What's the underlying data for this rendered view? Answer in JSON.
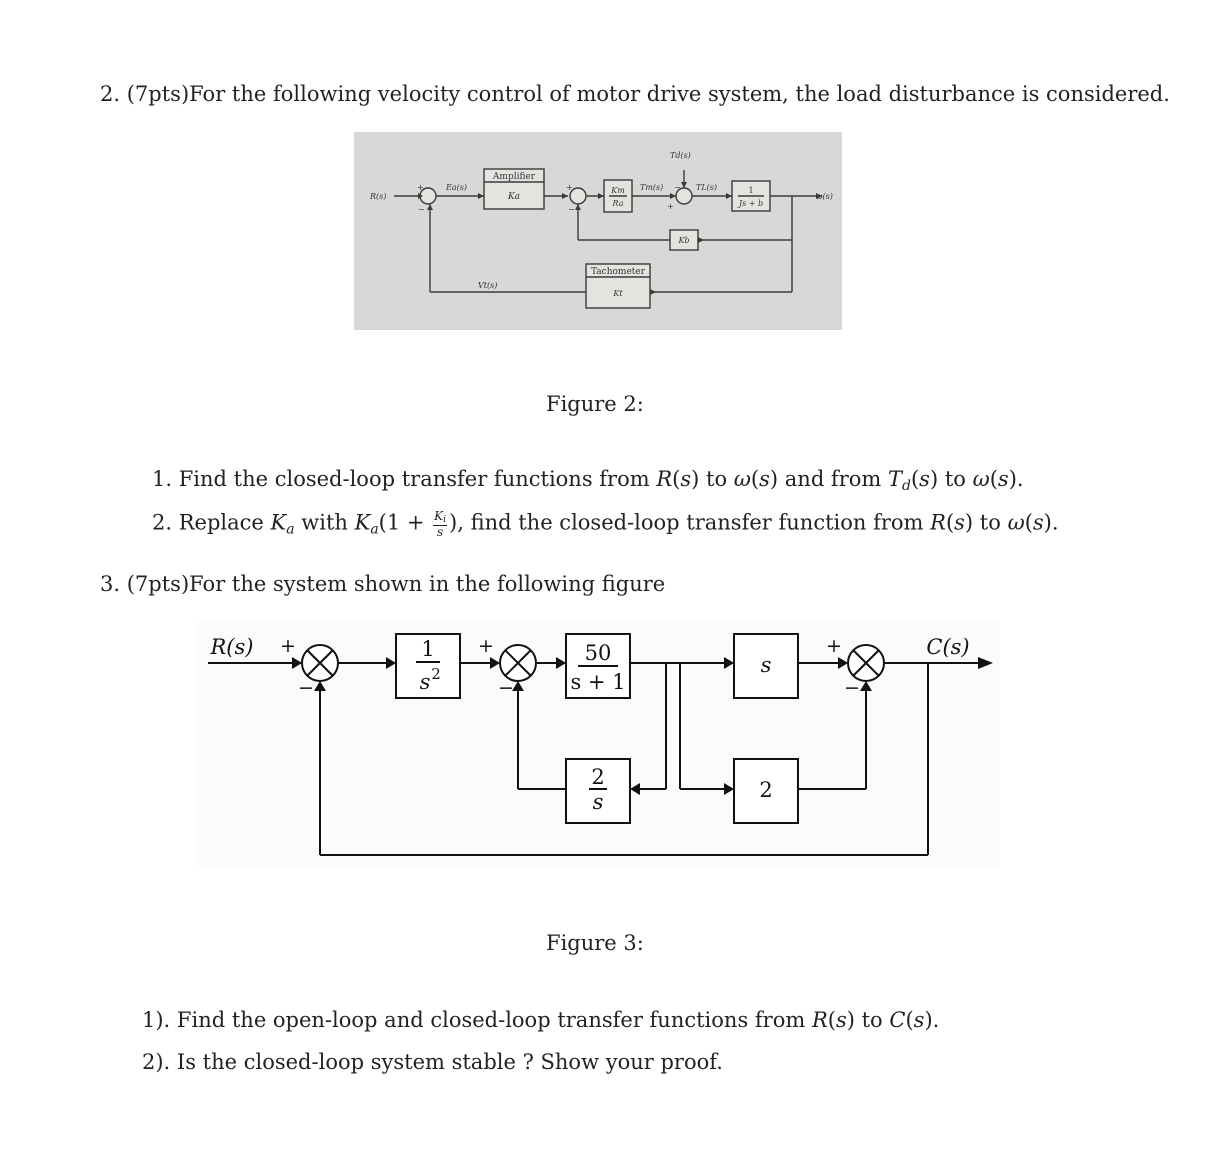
{
  "q2": {
    "number": "2.",
    "text": "(7pts)For the following velocity control of motor drive system, the load disturbance is considered."
  },
  "figure2": {
    "caption": "Figure 2:",
    "signals": {
      "r": "R(s)",
      "ea": "Ea(s)",
      "tm": "Tm(s)",
      "td": "Td(s)",
      "tl": "TL(s)",
      "w": "ω(s)",
      "vt": "Vt(s)"
    },
    "blocks": {
      "amplifier_label": "Amplifier",
      "amplifier_gain": "Ka",
      "motor_num": "Km",
      "motor_den": "Ra",
      "load_num": "1",
      "load_den": "Js + b",
      "backemf": "Kb",
      "tachometer_label": "Tachometer",
      "tachometer_gain": "Kt"
    }
  },
  "q2_items": [
    {
      "num": "1.",
      "a": "Find the closed-loop transfer functions from ",
      "b": " to ",
      "c": " and from ",
      "d": " to ",
      "e": "."
    },
    {
      "num": "2.",
      "a": "Replace ",
      "b": " with ",
      "c": ", find the closed-loop transfer function from ",
      "d": " to ",
      "e": "."
    }
  ],
  "math": {
    "R": "R",
    "T": "T",
    "d": "d",
    "K": "K",
    "a": "a",
    "i": "i",
    "s": "s",
    "w": "ω",
    "C": "C",
    "one_plus": "(1 + ",
    "close": ")",
    "paren_s": "(s)",
    "arg_s": "s"
  },
  "q3": {
    "number": "3.",
    "text": "(7pts)For the system shown in the following figure"
  },
  "figure3": {
    "caption": "Figure 3:",
    "input": "R(s)",
    "output": "C(s)",
    "block1_num": "1",
    "block1_den": "s",
    "block1_exp": "2",
    "block2_num": "50",
    "block2_den": "s + 1",
    "block3": "s",
    "block4_num": "2",
    "block4_den": "s",
    "block5": "2",
    "plus": "+",
    "minus": "−"
  },
  "q3_items": [
    {
      "num": "1).",
      "a": "Find the open-loop and closed-loop transfer functions from ",
      "b": " to ",
      "c": "."
    },
    {
      "num": "2).",
      "a": "Is the closed-loop system stable ? Show your proof."
    }
  ]
}
